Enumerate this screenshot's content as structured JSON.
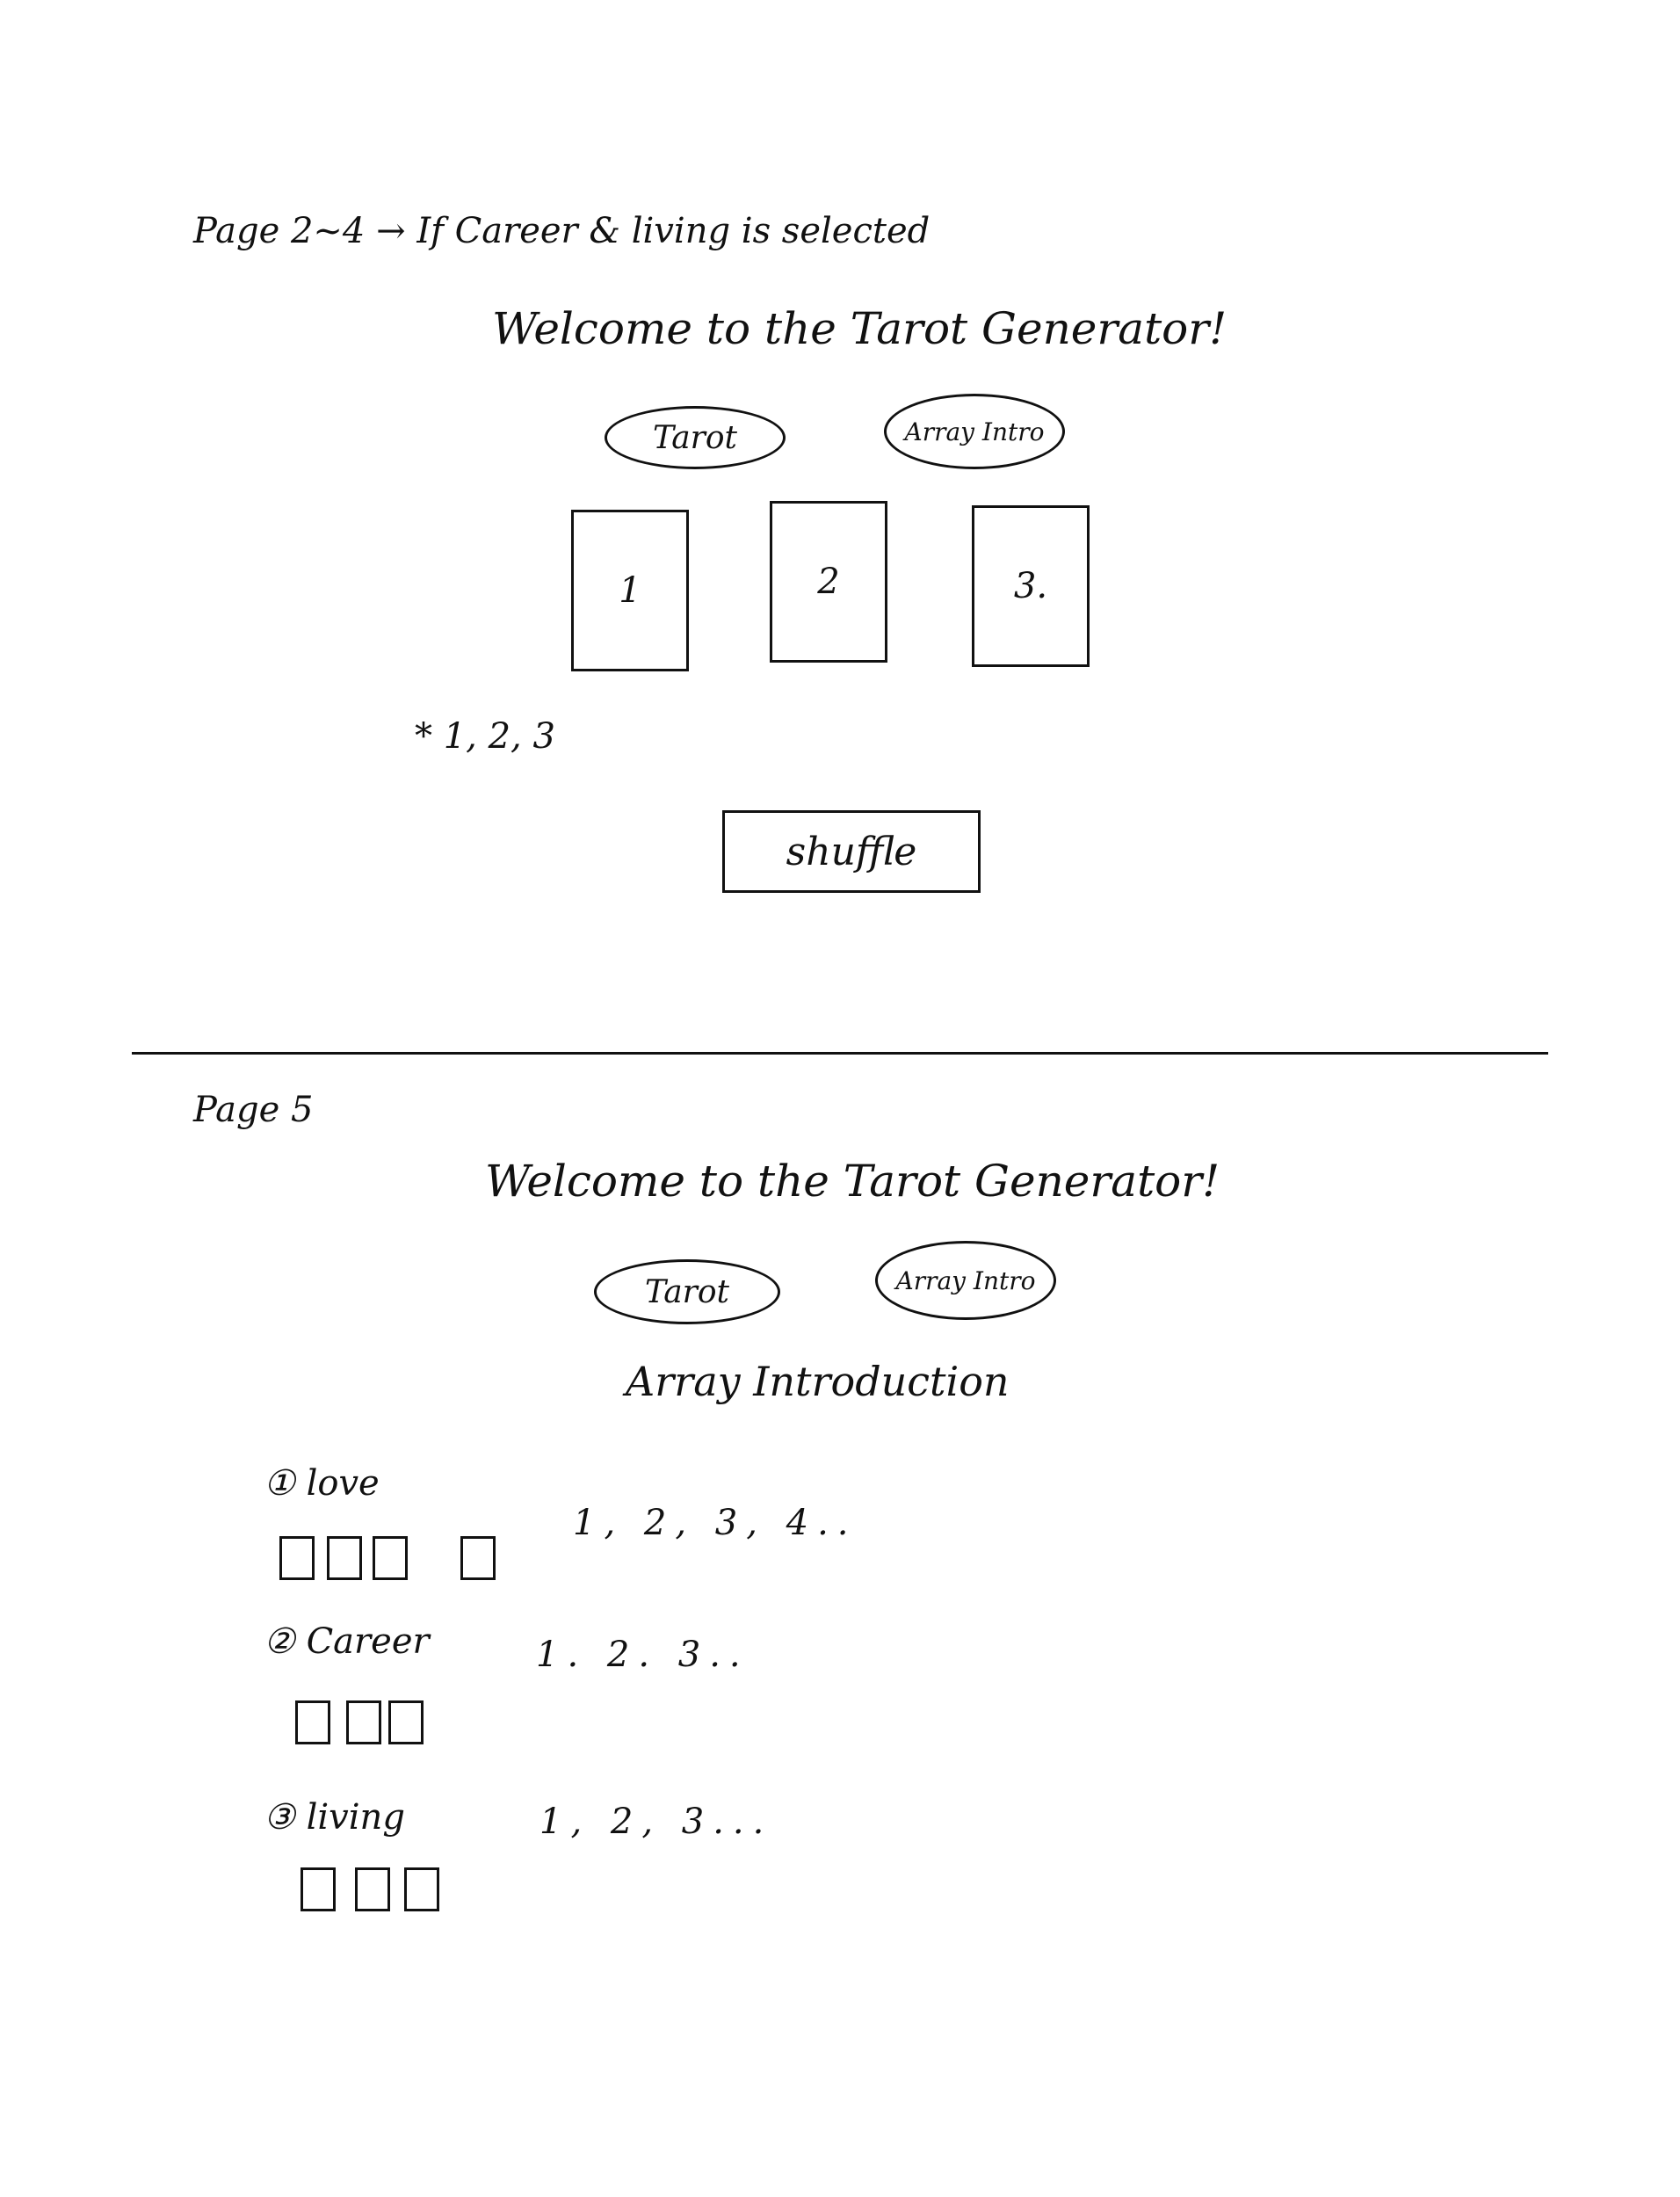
{
  "page_2_4": {
    "note": "Page 2~4 → If Career & living is selected",
    "title": "Welcome to the Tarot Generator!",
    "nav": {
      "tarot": "Tarot",
      "array_intro": "Array Intro"
    },
    "cards": [
      "1",
      "2",
      "3."
    ],
    "order_note": "* 1, 2, 3",
    "shuffle_label": "shuffle"
  },
  "page_5": {
    "note": "Page 5",
    "title": "Welcome to the Tarot Generator!",
    "nav": {
      "tarot": "Tarot",
      "array_intro": "Array Intro"
    },
    "section_title": "Array Introduction",
    "arrays": [
      {
        "label": "① love",
        "steps": "1, 2, 3, 4..",
        "boxes": 4
      },
      {
        "label": "② Career",
        "steps": "1. 2. 3..",
        "boxes": 3
      },
      {
        "label": "③ living",
        "steps": "1, 2, 3...",
        "boxes": 3
      }
    ]
  }
}
